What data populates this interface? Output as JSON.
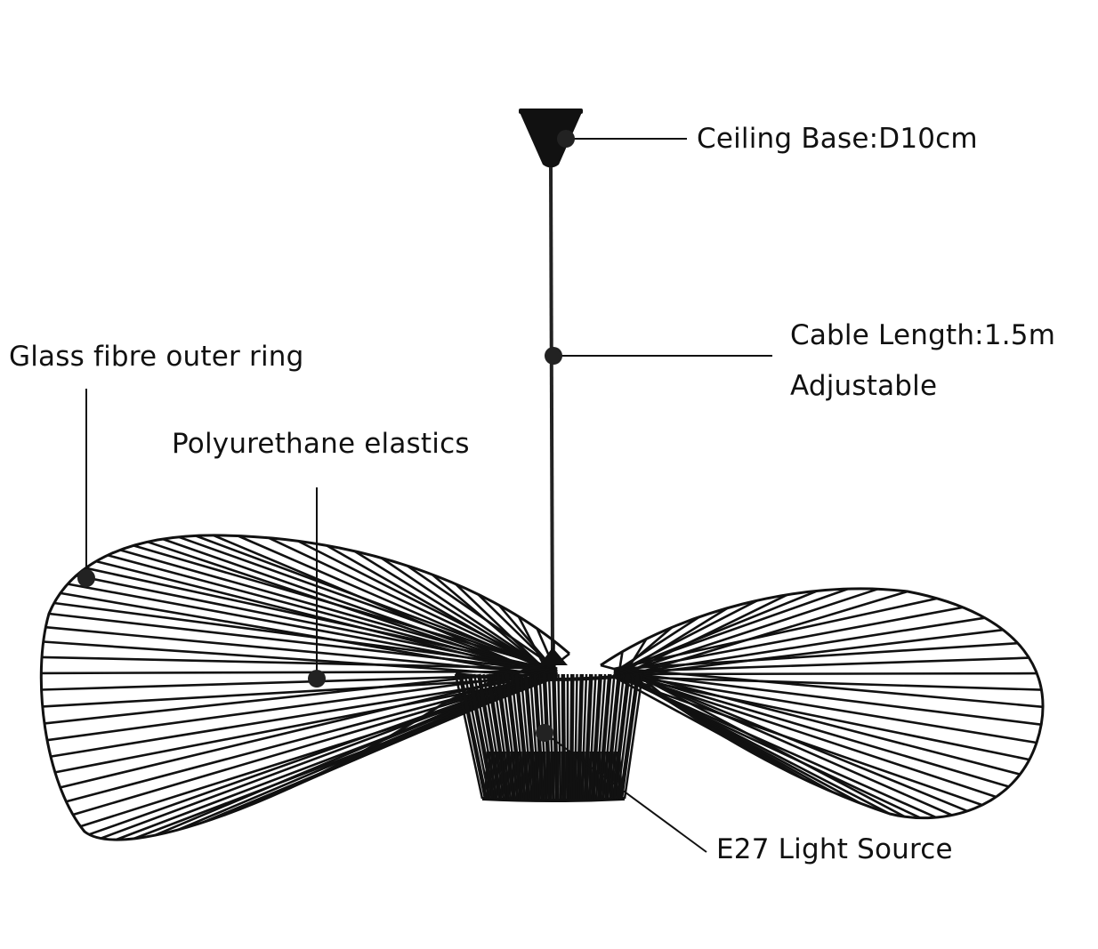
{
  "labels": {
    "ceiling_base": "Ceiling Base:D10cm",
    "cable_length": "Cable Length:1.5m",
    "adjustable": "Adjustable",
    "glass_fibre_ring": "Glass fibre outer ring",
    "polyurethane_elastics": "Polyurethane elastics",
    "light_source": "E27 Light Source"
  },
  "colors": {
    "ink": "#111111",
    "background": "#ffffff"
  }
}
